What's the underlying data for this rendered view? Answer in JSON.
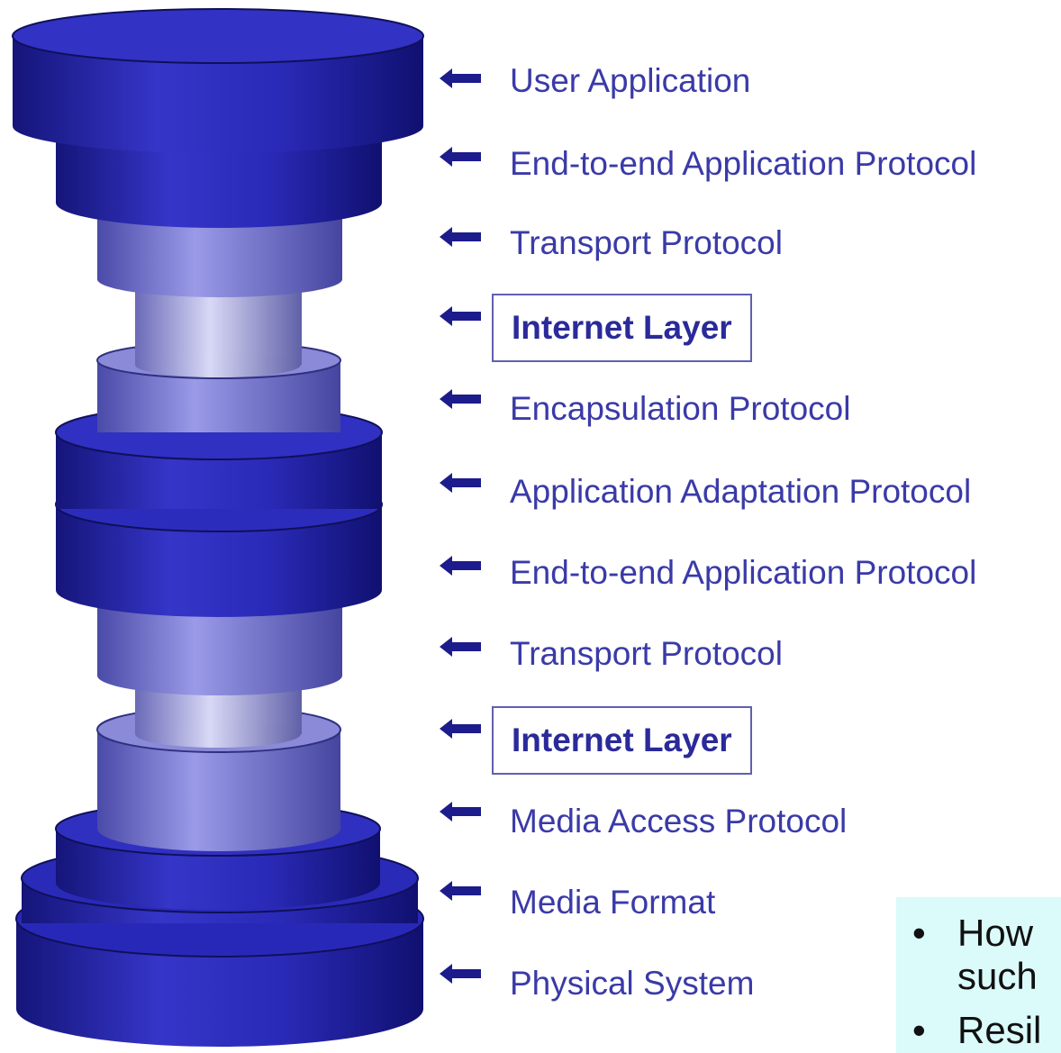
{
  "layers": [
    {
      "label": "User Application",
      "boxed": false
    },
    {
      "label": "End-to-end Application Protocol",
      "boxed": false
    },
    {
      "label": "Transport Protocol",
      "boxed": false
    },
    {
      "label": "Internet Layer",
      "boxed": true
    },
    {
      "label": "Encapsulation Protocol",
      "boxed": false
    },
    {
      "label": "Application Adaptation Protocol",
      "boxed": false
    },
    {
      "label": "End-to-end Application Protocol",
      "boxed": false
    },
    {
      "label": "Transport Protocol",
      "boxed": false
    },
    {
      "label": "Internet Layer",
      "boxed": true
    },
    {
      "label": "Media Access Protocol",
      "boxed": false
    },
    {
      "label": "Media Format",
      "boxed": false
    },
    {
      "label": "Physical System",
      "boxed": false
    }
  ],
  "notes": {
    "bullet": "•",
    "line1": "How",
    "line2": "such",
    "line3": "Resil"
  },
  "colors": {
    "dark_blue": "#2525b0",
    "mid_blue": "#5050c8",
    "pale_blue": "#9a9ae0",
    "label_text": "#3a3aa8",
    "note_bg": "#dbfafa"
  }
}
